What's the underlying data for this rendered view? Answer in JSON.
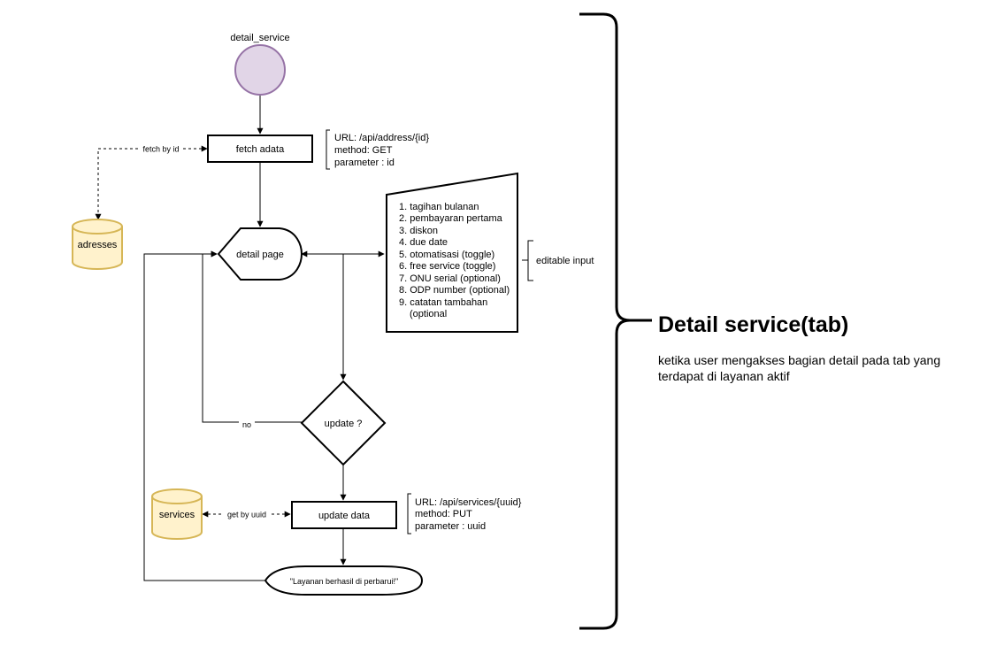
{
  "start_label": "detail_service",
  "nodes": {
    "fetch": "fetch adata",
    "detail_page": "detail page",
    "decision": "update ?",
    "update_data": "update data",
    "message": "\"Layanan berhasil di perbarui!\""
  },
  "databases": {
    "addresses": "adresses",
    "services": "services"
  },
  "edge_labels": {
    "fetch_by_id": "fetch by id",
    "no": "no",
    "get_by_uuid": "get by uuid"
  },
  "fetch_api": [
    "URL: /api/address/{id}",
    "method: GET",
    "parameter : id"
  ],
  "update_api": [
    "URL: /api/services/{uuid}",
    "method: PUT",
    "parameter : uuid"
  ],
  "input_fields": [
    "1. tagihan bulanan",
    "2. pembayaran pertama",
    "3. diskon",
    "4. due date",
    "5. otomatisasi (toggle)",
    "6. free service (toggle)",
    "7. ONU serial (optional)",
    "8. ODP number (optional)",
    "9. catatan tambahan",
    "(optional"
  ],
  "input_note": "editable input",
  "section": {
    "title": "Detail service(tab)",
    "description_lines": [
      "ketika user mengakses bagian detail pada tab yang",
      "terdapat di layanan aktif"
    ]
  },
  "colors": {
    "start_fill": "#e1d5e7",
    "start_stroke": "#9673a6",
    "db_fill": "#fff2cc",
    "db_stroke": "#d6b656"
  }
}
